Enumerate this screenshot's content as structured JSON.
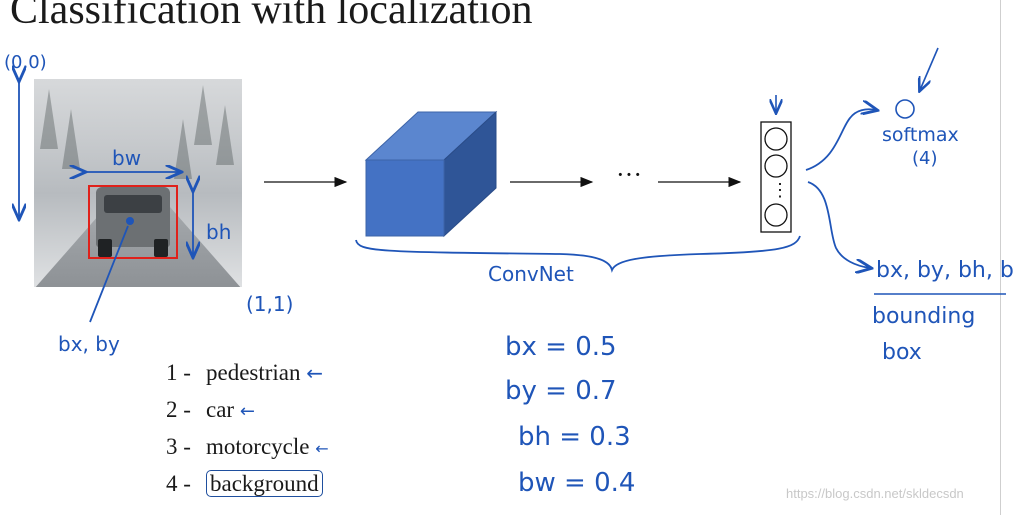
{
  "title": "Classification with localization",
  "photo": {
    "origin_label": "(0,0)",
    "corner_label": "(1,1)",
    "bw_label": "bw",
    "bh_label": "bh",
    "center_label": "bx, by"
  },
  "network": {
    "dots": "···",
    "convnet_label": "ConvNet",
    "output_neuron_dots": "⋮",
    "softmax_circle_label": "softmax",
    "softmax_count": "(4)",
    "bbox_outputs": "bx, by, bh, bw",
    "bbox_caption_1": "bounding",
    "bbox_caption_2": "box"
  },
  "classes": [
    {
      "num": "1 -",
      "label": "pedestrian",
      "mark": "←"
    },
    {
      "num": "2 -",
      "label": "car",
      "mark": "←"
    },
    {
      "num": "3 -",
      "label": "motorcycle",
      "mark": "←"
    },
    {
      "num": "4 -",
      "label": "background",
      "mark": ""
    }
  ],
  "values": {
    "bx": "bx = 0.5",
    "by": "by = 0.7",
    "bh": "bh = 0.3",
    "bw": "bw = 0.4"
  },
  "watermark": "https://blog.csdn.net/skldecsdn",
  "colors": {
    "ink": "#1f55b8",
    "cube_front": "#4472c4",
    "cube_top": "#5b86cf",
    "cube_side": "#2f5597",
    "bbox": "#e0211b"
  }
}
